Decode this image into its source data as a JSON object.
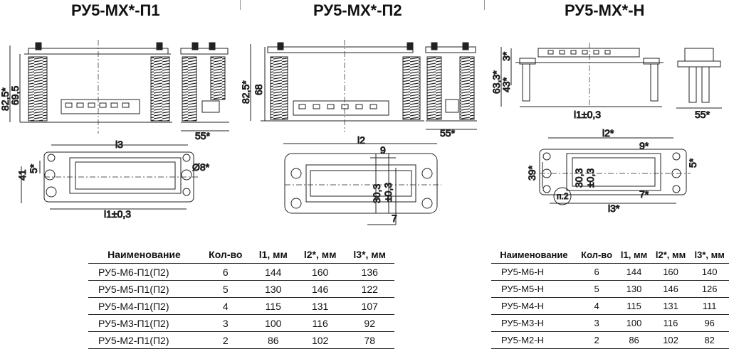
{
  "titles": [
    "РУ5-МХ*-П1",
    "РУ5-МХ*-П2",
    "РУ5-МХ*-Н"
  ],
  "dims": {
    "p1": {
      "h1": "82,5*",
      "h2": "69,5",
      "w55": "55*",
      "l3": "l3",
      "d5": "5*",
      "d41": "41",
      "d8": "Ø8*",
      "l1": "l1±0,3"
    },
    "p2": {
      "h1": "82,5*",
      "h2": "68",
      "w55": "55*",
      "l2": "l2",
      "d9": "9",
      "d303a": "30,3",
      "d303b": "±0,3",
      "d7": "7"
    },
    "n": {
      "h1": "63,3*",
      "h2": "43*",
      "h3": "3*",
      "l1": "l1±0,3",
      "w55": "55*",
      "l2": "l2*",
      "d9": "9*",
      "d39": "39*",
      "d303a": "30,3",
      "d303b": "±0,3",
      "d7": "7*",
      "d5": "5*",
      "d2": "п.2",
      "l3": "l3*"
    }
  },
  "table_left": {
    "headers": [
      "Наименование",
      "Кол-во",
      "l1, мм",
      "l2*, мм",
      "l3*, мм"
    ],
    "rows": [
      [
        "РУ5-М6-П1(П2)",
        "6",
        "144",
        "160",
        "136"
      ],
      [
        "РУ5-М5-П1(П2)",
        "5",
        "130",
        "146",
        "122"
      ],
      [
        "РУ5-М4-П1(П2)",
        "4",
        "115",
        "131",
        "107"
      ],
      [
        "РУ5-М3-П1(П2)",
        "3",
        "100",
        "116",
        "92"
      ],
      [
        "РУ5-М2-П1(П2)",
        "2",
        "86",
        "102",
        "78"
      ]
    ]
  },
  "table_right": {
    "headers": [
      "Наименование",
      "Кол-во",
      "l1, мм",
      "l2*, мм",
      "l3*, мм"
    ],
    "rows": [
      [
        "РУ5-М6-Н",
        "6",
        "144",
        "160",
        "140"
      ],
      [
        "РУ5-М5-Н",
        "5",
        "130",
        "146",
        "126"
      ],
      [
        "РУ5-М4-Н",
        "4",
        "115",
        "131",
        "111"
      ],
      [
        "РУ5-М3-Н",
        "3",
        "100",
        "116",
        "96"
      ],
      [
        "РУ5-М2-Н",
        "2",
        "86",
        "102",
        "82"
      ]
    ]
  }
}
